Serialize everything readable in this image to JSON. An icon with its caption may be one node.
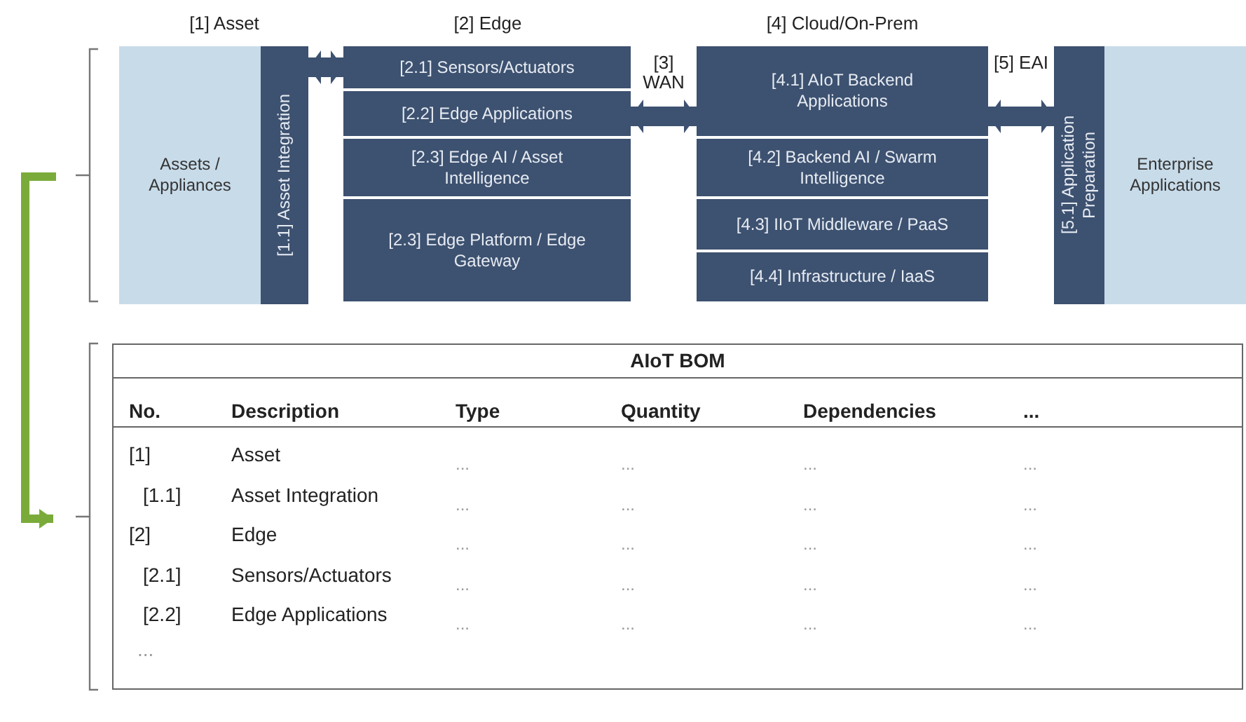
{
  "diagram": {
    "nodes": [
      {
        "text": [
          "Assets / Appliances"
        ]
      },
      {
        "text": [
          "[1.1] Asset Integration"
        ]
      },
      {
        "text": [
          "[2.1] Sensors/Actuators"
        ]
      },
      {
        "text": [
          "[2.2] Edge Applications"
        ]
      },
      {
        "text": [
          "[2.3] Edge AI / Asset Intelligence"
        ]
      },
      {
        "text": [
          "[2.3] Edge Platform / Edge Gateway"
        ]
      },
      {
        "text": [
          "[4.1] AIoT Backend Applications"
        ]
      },
      {
        "text": [
          "[4.2] Backend AI / Swarm Intelligence"
        ]
      },
      {
        "text": [
          "[4.3] IIoT Middleware / PaaS"
        ]
      },
      {
        "text": [
          "[4.4] Infrastructure / IaaS"
        ]
      },
      {
        "text": [
          "[5.1] Application Preparation"
        ]
      },
      {
        "text": [
          "Enterprise Applications"
        ]
      },
      {
        "text": [
          "AIoT BOM"
        ]
      }
    ],
    "edges": [
      {
        "from": 1,
        "to": 2,
        "arrow": "both"
      },
      {
        "from": 3,
        "to": 6,
        "arrow": "both",
        "label": "[3] WAN"
      },
      {
        "from": 6,
        "to": 10,
        "arrow": "both",
        "label": "[5] EAI"
      },
      {
        "from": null,
        "to": 12,
        "arrow": "to",
        "color": "#7aab3a"
      }
    ],
    "labels": [
      "[1] Asset",
      "[2] Edge",
      "[4] Cloud/On-Prem",
      "No.",
      "Description",
      "Type",
      "Quantity",
      "Dependencies",
      "...",
      "[1]",
      "Asset",
      "...",
      "...",
      "...",
      "...",
      "[1.1]",
      "Asset Integration",
      "...",
      "...",
      "...",
      "...",
      "[2]",
      "Edge",
      "...",
      "...",
      "...",
      "...",
      "[2.1]",
      "Sensors/Actuators",
      "...",
      "...",
      "...",
      "...",
      "[2.2]",
      "Edge Applications",
      "...",
      "...",
      "...",
      "...",
      "..."
    ]
  }
}
